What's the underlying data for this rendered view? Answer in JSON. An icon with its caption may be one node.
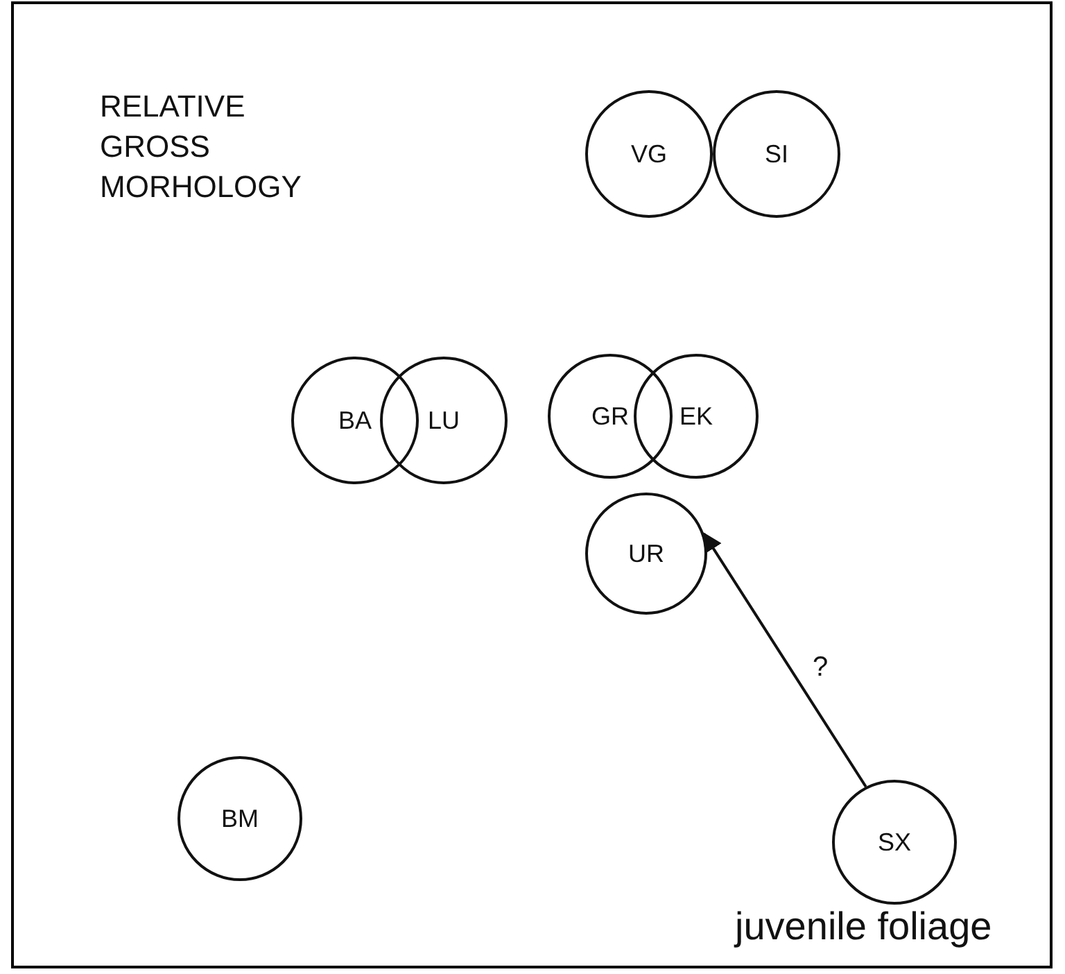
{
  "diagram": {
    "title": "RELATIVE GROSS MORHOLOGY",
    "nodes": [
      {
        "text": [
          "VG"
        ]
      },
      {
        "text": [
          "SI"
        ]
      },
      {
        "text": [
          "BA"
        ]
      },
      {
        "text": [
          "LU"
        ]
      },
      {
        "text": [
          "GR"
        ]
      },
      {
        "text": [
          "EK"
        ]
      },
      {
        "text": [
          "UR"
        ]
      },
      {
        "text": [
          "BM"
        ]
      },
      {
        "text": [
          "SX"
        ],
        "beside": [
          "juvenile foliage"
        ]
      }
    ],
    "edges": [
      {
        "from": 8,
        "to": 6,
        "arrow": "to",
        "label": "?"
      }
    ]
  }
}
